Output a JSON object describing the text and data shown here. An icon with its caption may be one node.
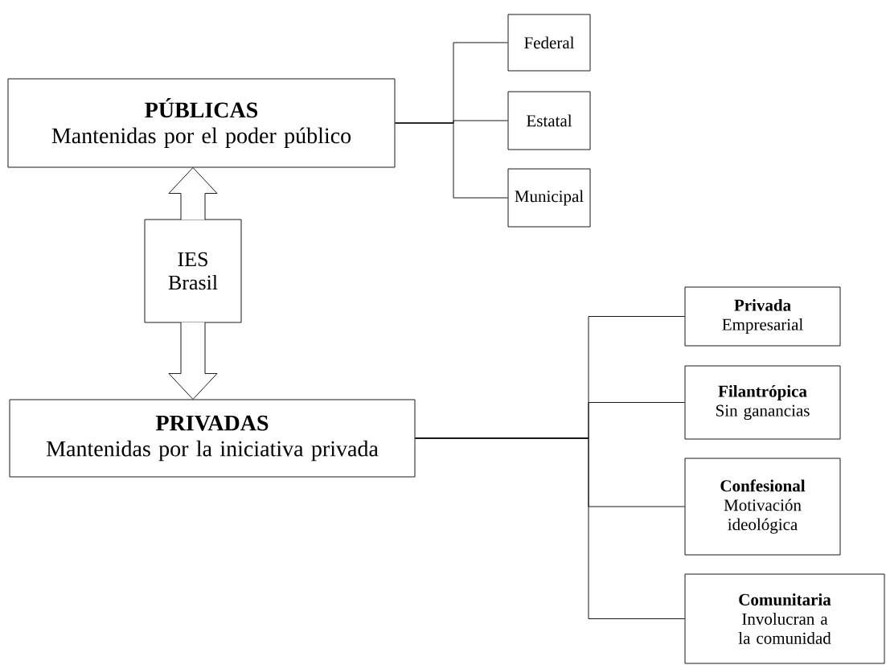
{
  "diagram": {
    "nodes": [
      {
        "text": [
          "PÚBLICAS",
          "Mantenidas por el poder público"
        ]
      },
      {
        "text": [
          "Federal"
        ]
      },
      {
        "text": [
          "Estatal"
        ]
      },
      {
        "text": [
          "Municipal"
        ]
      },
      {
        "text": [
          "IES Brasil"
        ]
      },
      {
        "text": [
          "PRIVADAS",
          "Mantenidas por la iniciativa privada"
        ]
      },
      {
        "text": [
          "Privada",
          "Empresarial"
        ]
      },
      {
        "text": [
          "Filantrópica",
          "Sin ganancias"
        ]
      },
      {
        "text": [
          "Confesional",
          "Motivación ideológica"
        ]
      },
      {
        "text": [
          "Comunitaria",
          "Involucran a la comunidad"
        ]
      }
    ],
    "edges": [
      {
        "from": 0,
        "to": 1,
        "arrow": "none"
      },
      {
        "from": 0,
        "to": 2,
        "arrow": "none"
      },
      {
        "from": 0,
        "to": 3,
        "arrow": "none"
      },
      {
        "from": 4,
        "to": 0,
        "arrow": "to"
      },
      {
        "from": 4,
        "to": 5,
        "arrow": "to"
      },
      {
        "from": 5,
        "to": 6,
        "arrow": "none"
      },
      {
        "from": 5,
        "to": 7,
        "arrow": "none"
      },
      {
        "from": 5,
        "to": 8,
        "arrow": "none"
      },
      {
        "from": 5,
        "to": 9,
        "arrow": "none"
      }
    ]
  }
}
